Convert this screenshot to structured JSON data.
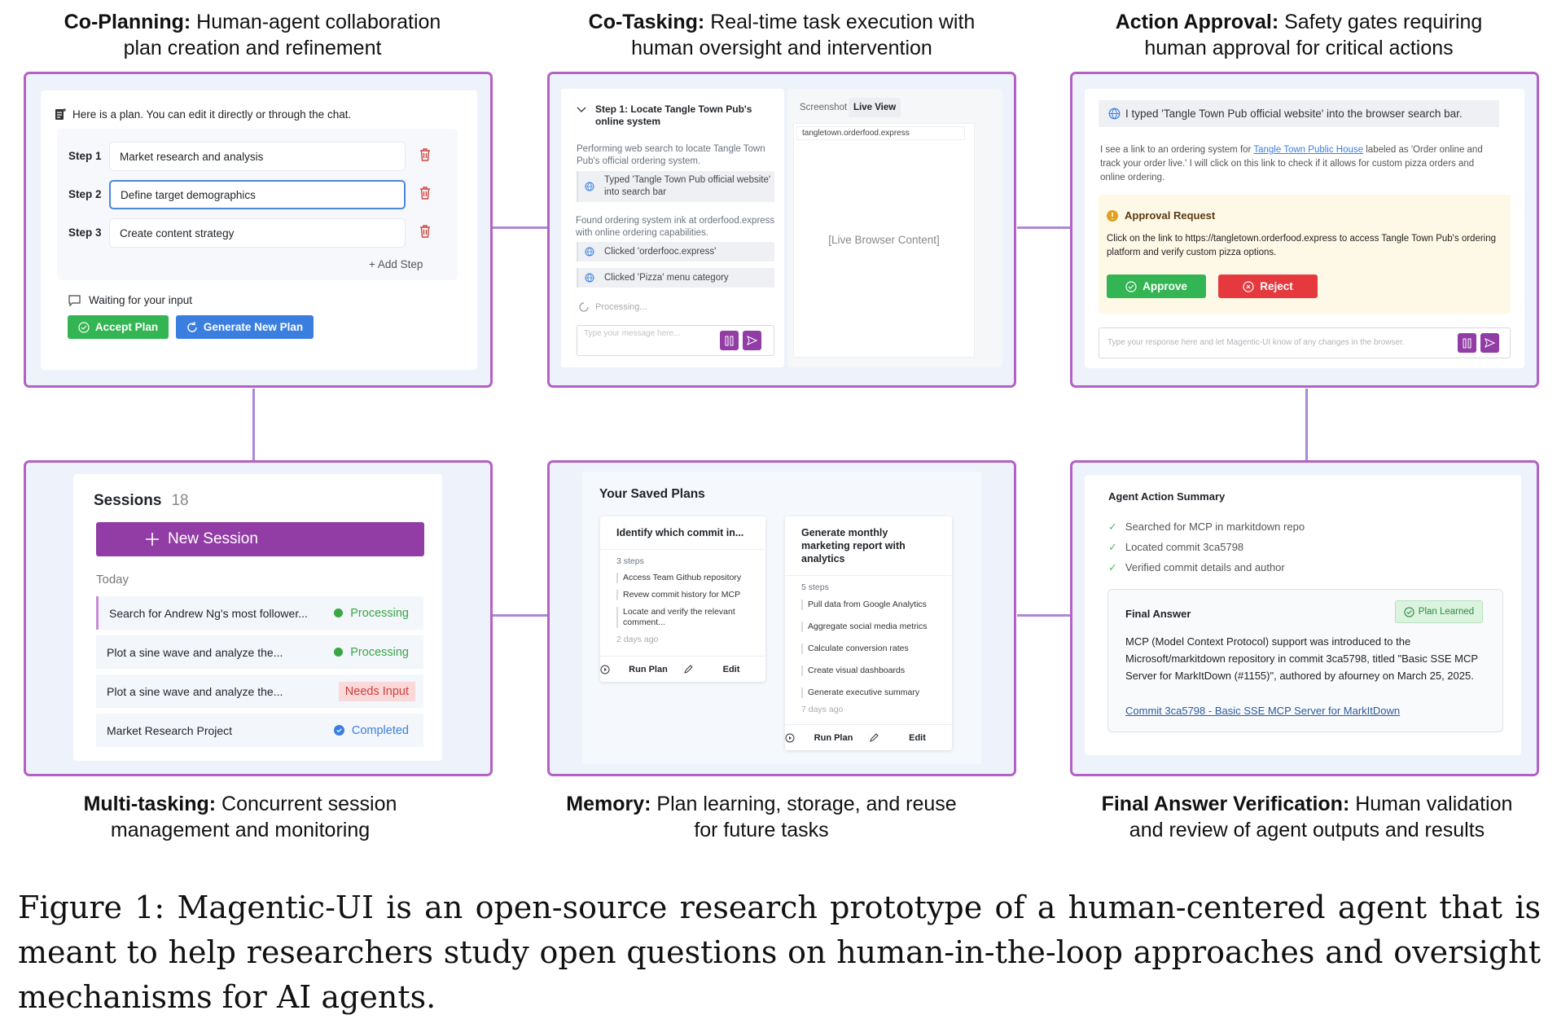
{
  "titles": {
    "co_planning": {
      "bold": "Co-Planning:",
      "text": " Human-agent collaboration plan creation and refinement"
    },
    "co_tasking": {
      "bold": "Co-Tasking:",
      "text": " Real-time task execution with human oversight and intervention"
    },
    "action_approval": {
      "bold": "Action Approval:",
      "text": " Safety gates requiring human approval for critical actions"
    },
    "multi_tasking": {
      "bold": "Multi-tasking:",
      "text": " Concurrent session management and monitoring"
    },
    "memory": {
      "bold": "Memory:",
      "text": " Plan learning, storage, and reuse for future tasks"
    },
    "final_answer": {
      "bold": "Final Answer Verification:",
      "text": " Human validation and review of agent outputs and results"
    }
  },
  "co_planning": {
    "header": "Here is a plan. You can edit it directly or through the chat.",
    "steps": [
      {
        "label": "Step 1",
        "value": "Market research and analysis"
      },
      {
        "label": "Step 2",
        "value": "Define target demographics"
      },
      {
        "label": "Step 3",
        "value": "Create content strategy"
      }
    ],
    "add_step": "+ Add Step",
    "waiting": "Waiting for your input",
    "accept": "Accept Plan",
    "generate": "Generate New Plan"
  },
  "co_tasking": {
    "step_title": "Step 1: Locate Tangle Town Pub's online system",
    "text1": "Performing web search to locate Tangle Town Pub's official ordering system.",
    "action1": "Typed 'Tangle Town Pub official website' into search bar",
    "text2": "Found ordering system ink at orderfood.express with online ordering capabilities.",
    "action2": "Clicked 'orderfooc.express'",
    "action3": "Clicked 'Pizza' menu category",
    "processing": "Processing...",
    "input_placeholder": "Type your message here...",
    "tab_screenshot": "Screenshot",
    "tab_live": "Live View",
    "url": "tangletown.orderfood.express",
    "live_content": "[Live Browser Content]"
  },
  "approval": {
    "typed": "I typed 'Tangle Town Pub official website' into the browser search bar.",
    "para_before": "I see a link to an ordering system for ",
    "para_link": "Tangle Town Public House",
    "para_after": " labeled as 'Order online and track your order live.' I will click on this link to check if it allows for custom pizza orders and online ordering.",
    "request_title": "Approval Request",
    "request_text": "Click on the link to https://tangletown.orderfood.express to access Tangle Town Pub's ordering platform and verify custom pizza options.",
    "approve": "Approve",
    "reject": "Reject",
    "input_placeholder": "Type your response here and let Magentic-UI know of any changes in the browser."
  },
  "sessions": {
    "title": "Sessions",
    "count": "18",
    "new_session": "New Session",
    "group": "Today",
    "items": [
      {
        "name": "Search for Andrew Ng's most follower...",
        "status": "Processing"
      },
      {
        "name": "Plot a sine wave and analyze the...",
        "status": "Processing"
      },
      {
        "name": "Plot a sine wave and analyze the...",
        "status": "Needs Input"
      },
      {
        "name": "Market Research Project",
        "status": "Completed"
      }
    ]
  },
  "memory": {
    "title": "Your Saved Plans",
    "plans": [
      {
        "title": "Identify which commit in...",
        "steps_count": "3 steps",
        "steps": [
          "Access Team Github repository",
          "Revew commit history for MCP",
          "Locate and verify the relevant comment..."
        ],
        "age": "2 days ago"
      },
      {
        "title": "Generate monthly marketing report with analytics",
        "steps_count": "5 steps",
        "steps": [
          "Pull data from Google Analytics",
          "Aggregate social media metrics",
          "Calculate conversion rates",
          "Create visual dashboards",
          "Generate executive summary"
        ],
        "age": "7 days ago"
      }
    ],
    "run": "Run Plan",
    "edit": "Edit"
  },
  "final": {
    "summary_title": "Agent Action Summary",
    "checks": [
      "Searched for MCP in markitdown repo",
      "Located commit 3ca5798",
      "Verified commit details and author"
    ],
    "answer_title": "Final Answer",
    "badge": "Plan Learned",
    "answer": "MCP (Model Context Protocol) support was introduced to the Microsoft/markitdown repository in commit 3ca5798, titled \"Basic SSE MCP Server for MarkItDown (#1155)\", authored by afourney on March 25, 2025.",
    "link": "Commit 3ca5798 - Basic SSE MCP Server for MarkItDown"
  },
  "caption": "Figure 1: Magentic-UI is an open-source research prototype of a human-centered agent that is meant to help researchers study open questions on human-in-the-loop approaches and oversight mechanisms for AI agents.",
  "colors": {
    "border": "#b461c6",
    "purple": "#923ca5",
    "green": "#34b554",
    "blue": "#3a7fe0",
    "red": "#e5393e"
  }
}
